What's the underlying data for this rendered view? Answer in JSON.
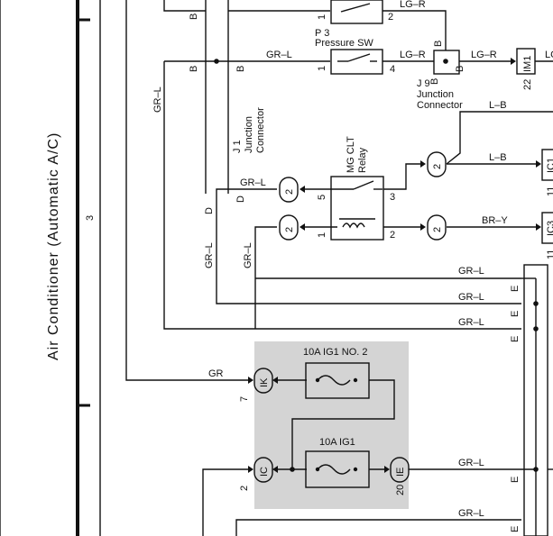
{
  "page": {
    "title": "Air Conditioner (Automatic A/C)",
    "section_number": "3"
  },
  "components": {
    "p3": {
      "code": "P 3",
      "name": "Pressure SW",
      "pin_left": "1",
      "pin_right": "4",
      "top_pin_left": "1",
      "top_pin_right": "2"
    },
    "j9": {
      "code": "J 9",
      "name_line1": "Junction",
      "name_line2": "Connector",
      "pin_top": "B",
      "pin_left": "B",
      "pin_right": "B"
    },
    "j1": {
      "code": "J 1",
      "name_line1": "Junction",
      "name_line2": "Connector",
      "pin_b1": "B",
      "pin_b2": "B",
      "pin_b3": "B",
      "pin_d1": "D",
      "pin_d2": "D"
    },
    "relay": {
      "name_line1": "MG CLT",
      "name_line2": "Relay",
      "pin1": "1",
      "pin2": "2",
      "pin3": "3",
      "pin5": "5"
    },
    "im1": {
      "label": "IM1",
      "pin": "22"
    },
    "ic1": {
      "label": "IC1",
      "pin": "11"
    },
    "ic3": {
      "label": "IC3",
      "pin": "11"
    },
    "fuse_ig1_no2": {
      "label": "10A IG1 NO. 2"
    },
    "fuse_ig1": {
      "label": "10A IG1"
    },
    "ik": {
      "label": "IK",
      "pin": "7"
    },
    "ic": {
      "label": "IC",
      "pin": "2"
    },
    "ie": {
      "label": "IE",
      "pin": "20"
    },
    "bubble_pin": "2"
  },
  "wires": {
    "lg_r": "LG–R",
    "gr_l": "GR–L",
    "gr": "GR",
    "l_b": "L–B",
    "br_y": "BR–Y"
  },
  "terminals": {
    "e": "E"
  },
  "colors": {
    "fuse_panel": "#d4d4d4",
    "line": "#111111"
  }
}
